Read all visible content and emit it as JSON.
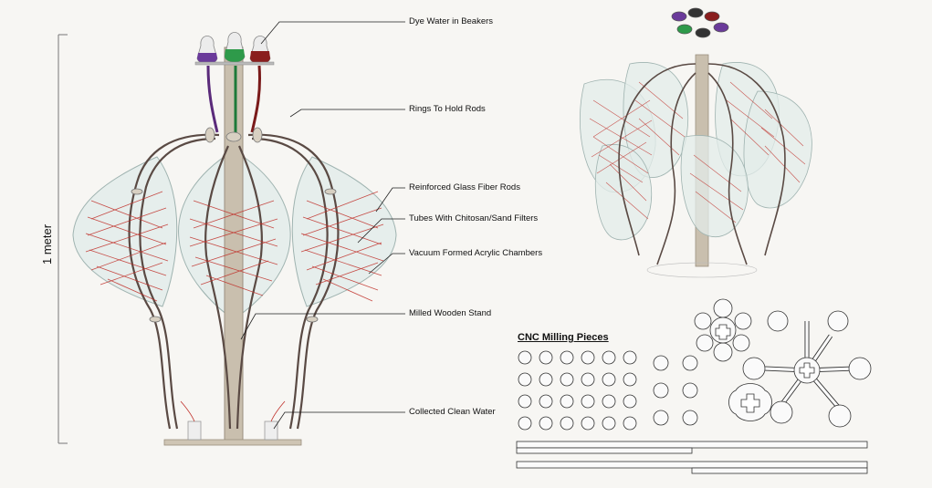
{
  "scale": {
    "label": "1 meter"
  },
  "callouts": {
    "dye_water": "Dye Water in Beakers",
    "rings": "Rings To Hold Rods",
    "glass_rods": "Reinforced Glass Fiber Rods",
    "tubes": "Tubes With Chitosan/Sand Filters",
    "chambers": "Vacuum Formed Acrylic Chambers",
    "stand": "Milled Wooden Stand",
    "clean_water": "Collected Clean Water"
  },
  "cnc": {
    "title": "CNC Milling Pieces"
  },
  "colors": {
    "background": "#f7f6f3",
    "dye_purple": "#6a3a9a",
    "dye_green": "#2e9a4a",
    "dye_red": "#8a1e1e",
    "filament_red": "#c0302a",
    "tube_dark": "#5a4a44",
    "wood": "#c9bfae",
    "glass": "#dfe9e8"
  }
}
